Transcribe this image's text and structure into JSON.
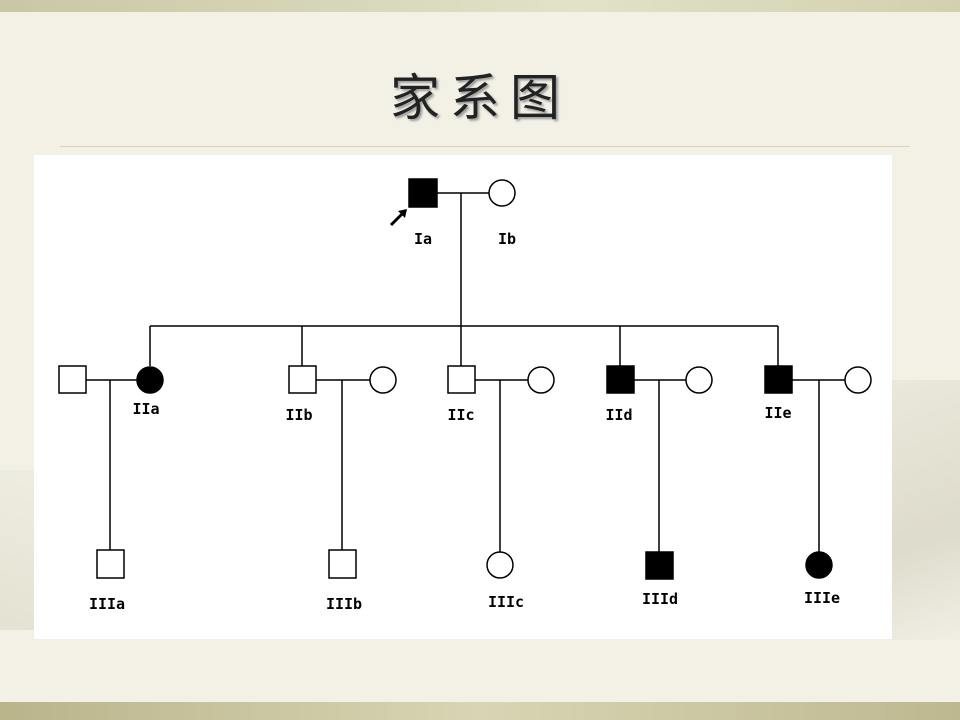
{
  "slide": {
    "title": "家系图"
  },
  "pedigree": {
    "generation_1": {
      "proband": "Ia",
      "spouse": "Ib"
    },
    "generation_2": [
      "IIa",
      "IIb",
      "IIc",
      "IId",
      "IIe"
    ],
    "generation_3": [
      "IIIa",
      "IIIb",
      "IIIc",
      "IIId",
      "IIIe"
    ],
    "affected_individuals": [
      "Ia",
      "IIa",
      "IId",
      "IIe",
      "IIId",
      "IIIe"
    ],
    "legend_note": ""
  },
  "colors": {
    "affected": "#000000",
    "unaffected": "#ffffff",
    "line": "#000000"
  }
}
